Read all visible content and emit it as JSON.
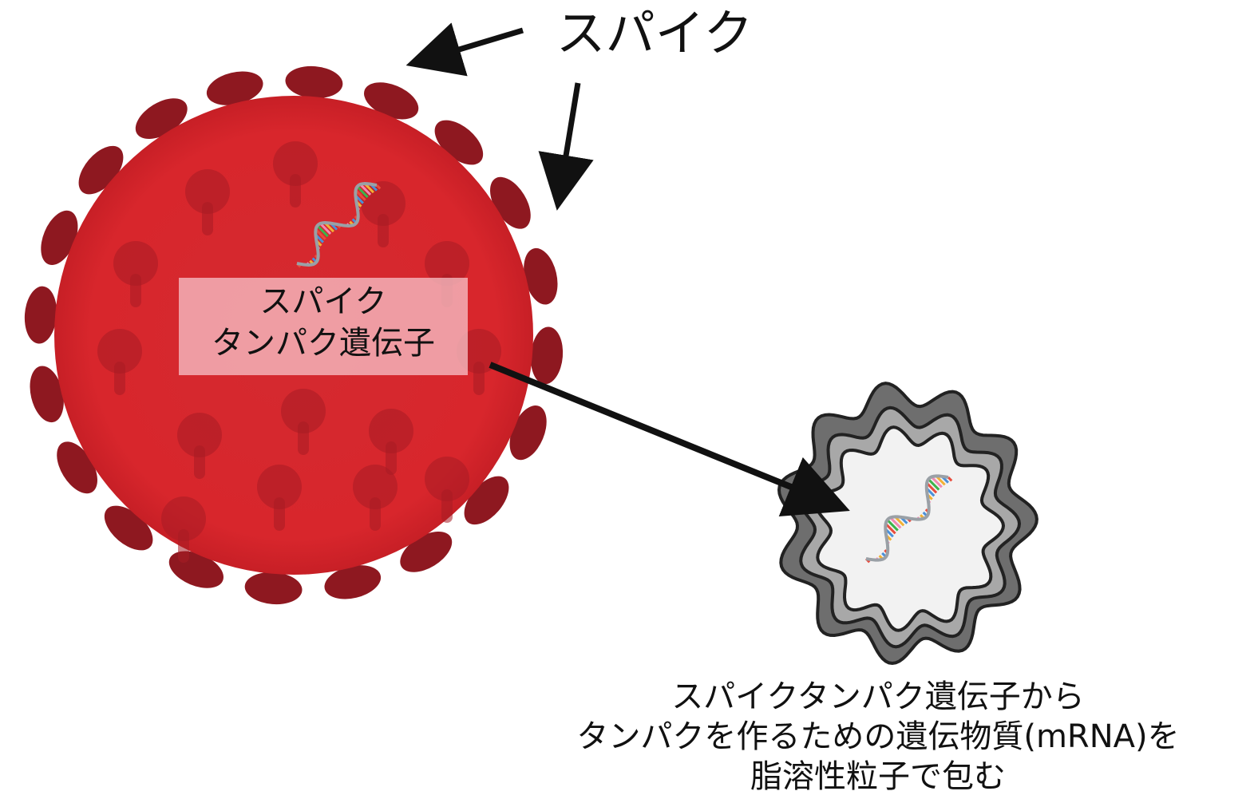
{
  "labels": {
    "spike": "スパイク",
    "spike_gene_line1": "スパイク",
    "spike_gene_line2": "タンパク遺伝子",
    "caption_line1": "スパイクタンパク遺伝子から",
    "caption_line2": "タンパクを作るための遺伝物質(mRNA)を",
    "caption_line3": "脂溶性粒子で包む"
  },
  "colors": {
    "virus_body": "#d8262c",
    "virus_spike": "#8e1820",
    "particle_outer": "#6e6e6e",
    "particle_mid": "#a8a8a8",
    "particle_inner": "#f2f2f2",
    "arrow": "#111111"
  },
  "icons": [
    "virus-icon",
    "dna-strand-icon",
    "lipid-particle-icon"
  ]
}
